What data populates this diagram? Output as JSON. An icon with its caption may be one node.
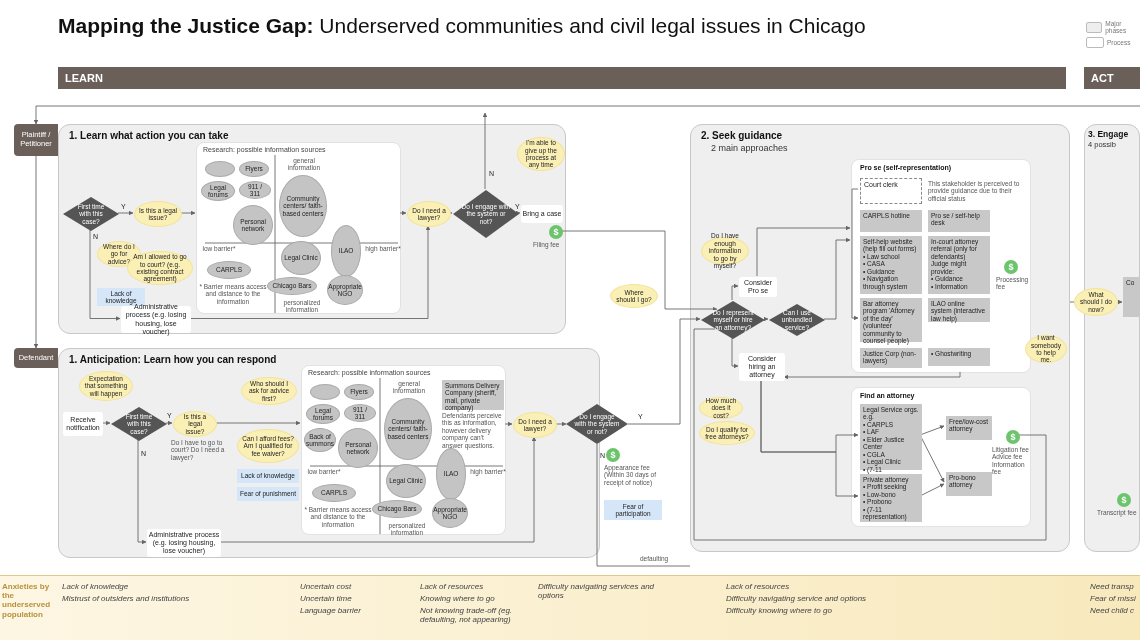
{
  "diagram": {
    "title": "**Mapping the Justice Gap:** Underserved communities and civil legal issues in Chicago",
    "nodes": [
      {
        "text": [
          "LEARN"
        ]
      },
      {
        "text": [
          "ACT"
        ]
      },
      {
        "text": [
          "Plaintiff / Petitioner"
        ]
      },
      {
        "text": [
          "Defendant"
        ]
      },
      {
        "text": [
          "1. Learn what action you can take"
        ]
      },
      {
        "text": [
          "First time with this case?"
        ],
        "in": 4
      },
      {
        "text": [
          "Is this a legal issue?"
        ],
        "in": 4
      },
      {
        "text": [
          "Where do I go for advice?"
        ],
        "in": 4
      },
      {
        "text": [
          "Am I allowed to go to court? (e.g. existing contract agreement)"
        ],
        "in": 4
      },
      {
        "text": [
          "Lack of knowledge"
        ],
        "in": 4
      },
      {
        "text": [
          "Administrative process (e.g. losing housing, lose voucher)"
        ],
        "in": 4
      },
      {
        "text": [
          "Research: possible information sources"
        ],
        "in": 4
      },
      {
        "text": [],
        "shape": "circle",
        "in": 11
      },
      {
        "text": [
          "Flyers"
        ],
        "in": 11
      },
      {
        "text": [
          "Legal forums"
        ],
        "in": 11
      },
      {
        "text": [
          "911 / 311"
        ],
        "in": 11
      },
      {
        "text": [
          "Personal network"
        ],
        "in": 11
      },
      {
        "text": [
          "Community centers/ faith-based centers"
        ],
        "in": 11
      },
      {
        "text": [
          "Legal Clinic"
        ],
        "in": 11
      },
      {
        "text": [
          "ILAO"
        ],
        "in": 11
      },
      {
        "text": [
          "CARPLS"
        ],
        "in": 11
      },
      {
        "text": [
          "Chicago Bars"
        ],
        "in": 11
      },
      {
        "text": [
          "Appropriate NGO"
        ],
        "in": 11
      },
      {
        "text": [
          "Do I need a lawyer?"
        ],
        "in": 4
      },
      {
        "text": [
          "Do I engage with the system or not?"
        ],
        "in": 4
      },
      {
        "text": [
          "I'm able to give up the process at any time"
        ],
        "in": 4
      },
      {
        "text": [
          "Bring a case"
        ],
        "in": 4
      },
      {
        "text": [
          "$"
        ],
        "beside": [
          "Filing fee"
        ],
        "in": 4
      },
      {
        "text": [
          "1. Anticipation: Learn how you can respond"
        ]
      },
      {
        "text": [
          "Expectation that something will happen"
        ],
        "in": 28
      },
      {
        "text": [
          "Receive notification"
        ],
        "in": 28
      },
      {
        "text": [
          "First time with this case?"
        ],
        "in": 28
      },
      {
        "text": [
          "Is this a legal issue?"
        ],
        "beside": [
          "Do I have to go to court? Do I need a lawyer?"
        ],
        "in": 28
      },
      {
        "text": [
          "Who should I ask for advice first?"
        ],
        "in": 28
      },
      {
        "text": [
          "Can I afford fees? Am I qualified for fee waiver?"
        ],
        "in": 28
      },
      {
        "text": [
          "Lack of knowledge"
        ],
        "in": 28
      },
      {
        "text": [
          "Fear of punishment"
        ],
        "in": 28
      },
      {
        "text": [
          "Administrative process (e.g. losing housing, lose voucher)"
        ],
        "in": 28
      },
      {
        "text": [
          "Research: possible information sources"
        ],
        "in": 28
      },
      {
        "text": [],
        "shape": "circle",
        "in": 38
      },
      {
        "text": [
          "Flyers"
        ],
        "in": 38
      },
      {
        "text": [
          "Legal forums"
        ],
        "in": 38
      },
      {
        "text": [
          "911 / 311"
        ],
        "in": 38
      },
      {
        "text": [
          "Back of summons"
        ],
        "in": 38
      },
      {
        "text": [
          "Personal network"
        ],
        "in": 38
      },
      {
        "text": [
          "Community centers/ faith-based centers"
        ],
        "in": 38
      },
      {
        "text": [
          "Legal Clinic"
        ],
        "in": 38
      },
      {
        "text": [
          "ILAO"
        ],
        "in": 38
      },
      {
        "text": [
          "CARPLS"
        ],
        "in": 38
      },
      {
        "text": [
          "Chicago Bars"
        ],
        "in": 38
      },
      {
        "text": [
          "Appropriate NGO"
        ],
        "in": 38
      },
      {
        "text": [
          "Summons Delivery Company (sheriff, mail, private company)"
        ],
        "beside": [
          "Defendants perceive this as information, however delivery company can't answer questions."
        ],
        "in": 38
      },
      {
        "text": [
          "Do I need a lawyer?"
        ],
        "in": 28
      },
      {
        "text": [
          "Do I engage with the system or not?"
        ]
      },
      {
        "text": [
          "$"
        ],
        "beside": [
          "Appearance fee",
          "(Within 30 days of receipt of notice)"
        ]
      },
      {
        "text": [
          "Fear of participation"
        ]
      },
      {
        "text": [
          "Where should I go?"
        ]
      },
      {
        "text": [
          "2. Seek guidance",
          "2 main approaches"
        ]
      },
      {
        "text": [
          "Do I have enough information to go by myself?"
        ],
        "in": 57
      },
      {
        "text": [
          "Consider Pro se"
        ],
        "in": 57
      },
      {
        "text": [
          "Do I represent myself or hire an attorney?"
        ],
        "in": 57
      },
      {
        "text": [
          "Can I use unbundled service?"
        ],
        "in": 57
      },
      {
        "text": [
          "Consider hiring an attorney"
        ],
        "in": 57
      },
      {
        "text": [
          "How much does it cost?"
        ],
        "in": 57
      },
      {
        "text": [
          "Do I qualify for free attorneys?"
        ],
        "in": 57
      },
      {
        "text": [
          "Pro se (self-representation)"
        ],
        "in": 57
      },
      {
        "text": [
          "Court clerk"
        ],
        "beside": [
          "This stakeholder is perceived to provide guidance due to their official status"
        ],
        "in": 65
      },
      {
        "text": [
          "CARPLS hotline"
        ],
        "in": 65
      },
      {
        "text": [
          "Pro se / self-help desk"
        ],
        "in": 65
      },
      {
        "text": [
          "Self-help website (help fill out forms)",
          "• Law school",
          "• CASA",
          "• Guidance",
          "• Navigation through system"
        ],
        "in": 65
      },
      {
        "text": [
          "In-court attorney referral (only for defendants)",
          "Judge might provide:",
          "• Guidance",
          "• Information"
        ],
        "in": 65
      },
      {
        "text": [
          "Bar attorney program 'Attorney of the day' (volunteer community to counsel people)"
        ],
        "in": 65
      },
      {
        "text": [
          "ILAO online system (interactive law help)"
        ],
        "in": 65
      },
      {
        "text": [
          "Justice Corp (non-lawyers)"
        ],
        "in": 65
      },
      {
        "text": [
          "• Ghostwriting"
        ],
        "in": 65
      },
      {
        "text": [
          "$"
        ],
        "beside": [
          "Processing fee"
        ],
        "in": 65
      },
      {
        "text": [
          "I want somebody to help me."
        ],
        "in": 57
      },
      {
        "text": [
          "Find an attorney"
        ],
        "in": 57
      },
      {
        "text": [
          "Legal Service orgs. e.g.",
          "• CARPLS",
          "• LAF",
          "• Elder Justice Center",
          "• CGLA",
          "• Legal Clinic",
          "• (7-11 representation)"
        ],
        "in": 77
      },
      {
        "text": [
          "Private attorney",
          "• Profit seeking",
          "• Low-bono",
          "• Probono",
          "• (7-11 representation)"
        ],
        "in": 77
      },
      {
        "text": [
          "Free/low-cost attorney"
        ],
        "in": 77
      },
      {
        "text": [
          "Pro-bono attorney"
        ],
        "in": 77
      },
      {
        "text": [
          "$"
        ],
        "beside": [
          "Litigation fee",
          "Advice fee",
          "Information fee"
        ],
        "in": 77
      },
      {
        "text": [
          "3. Engage",
          "4 possib"
        ]
      },
      {
        "text": [
          "What should I do now?"
        ]
      },
      {
        "text": [
          "Co"
        ],
        "in": 83
      },
      {
        "text": [
          "$"
        ],
        "beside": [
          "Transcript fee"
        ],
        "in": 83
      }
    ],
    "edges": [
      {
        "from": null,
        "to": 2,
        "arrow": "to"
      },
      {
        "from": 2,
        "to": 3,
        "arrow": "to"
      },
      {
        "from": 5,
        "to": 6,
        "arrow": "to",
        "label": "Y"
      },
      {
        "from": 5,
        "to": 10,
        "arrow": "to",
        "label": "N"
      },
      {
        "from": 6,
        "to": 11,
        "arrow": "to"
      },
      {
        "from": 11,
        "to": 23,
        "arrow": "to"
      },
      {
        "from": 10,
        "to": 23,
        "arrow": "to"
      },
      {
        "from": 23,
        "to": 24,
        "arrow": "to"
      },
      {
        "from": 24,
        "to": 26,
        "arrow": "to",
        "label": "Y"
      },
      {
        "from": 24,
        "to": null,
        "arrow": "to",
        "label": "N"
      },
      {
        "from": 27,
        "to": 60,
        "arrow": "to"
      },
      {
        "from": 30,
        "to": 31,
        "arrow": "to"
      },
      {
        "from": 31,
        "to": 32,
        "arrow": "to",
        "label": "Y"
      },
      {
        "from": 31,
        "to": 37,
        "arrow": "to",
        "label": "N"
      },
      {
        "from": 32,
        "to": 38,
        "arrow": "to"
      },
      {
        "from": 38,
        "to": 52,
        "arrow": "to"
      },
      {
        "from": 37,
        "to": 52,
        "arrow": "to"
      },
      {
        "from": 52,
        "to": 53,
        "arrow": "to"
      },
      {
        "from": 53,
        "to": 60,
        "arrow": "to",
        "label": "Y"
      },
      {
        "from": 53,
        "to": null,
        "arrow": "none",
        "label": "N"
      },
      {
        "from": 60,
        "to": 59,
        "arrow": "to"
      },
      {
        "from": 59,
        "to": 65,
        "arrow": "to"
      },
      {
        "from": 60,
        "to": 61,
        "arrow": "to"
      },
      {
        "from": 61,
        "to": 65,
        "arrow": "to"
      },
      {
        "from": 60,
        "to": 62,
        "arrow": "to"
      },
      {
        "from": 62,
        "to": 78,
        "arrow": "to"
      },
      {
        "from": 62,
        "to": 79,
        "arrow": "to"
      },
      {
        "from": 78,
        "to": 80,
        "arrow": "to"
      },
      {
        "from": 78,
        "to": 81,
        "arrow": "to"
      },
      {
        "from": 79,
        "to": 81,
        "arrow": "to"
      },
      {
        "from": 65,
        "to": 62,
        "arrow": "to"
      },
      {
        "from": 82,
        "to": 60,
        "arrow": "none"
      },
      {
        "from": 57,
        "to": 84,
        "arrow": "none"
      },
      {
        "from": 84,
        "to": 85,
        "arrow": "to"
      },
      {
        "from": 66,
        "to": 71,
        "arrow": "to"
      }
    ],
    "labels": [
      "general information",
      "low barrier*",
      "high barrier*",
      "personalized information",
      "* Barrier means access and distance to the information",
      "general information",
      "low barrier*",
      "high barrier*",
      "personalized information",
      "* Barrier means access and distance to the information",
      "defaulting",
      "Anxieties by the underserved population",
      "Lack of knowledge",
      "Mistrust of outsiders and institutions",
      "Uncertain cost",
      "Uncertain time",
      "Language barrier",
      "Lack of resources",
      "Knowing where to go",
      "Not knowing trade-off (eg. defaulting, not appearing)",
      "Difficulty navigating services and options",
      "Lack of resources",
      "Difficulty navigating service and options",
      "Difficulty knowing where to go",
      "Need transp",
      "Fear of missi",
      "Need child c"
    ],
    "legend": [
      {
        "text": "Major phases",
        "color": "#eeeeee"
      },
      {
        "text": "Process",
        "color": "#ffffff"
      }
    ]
  }
}
